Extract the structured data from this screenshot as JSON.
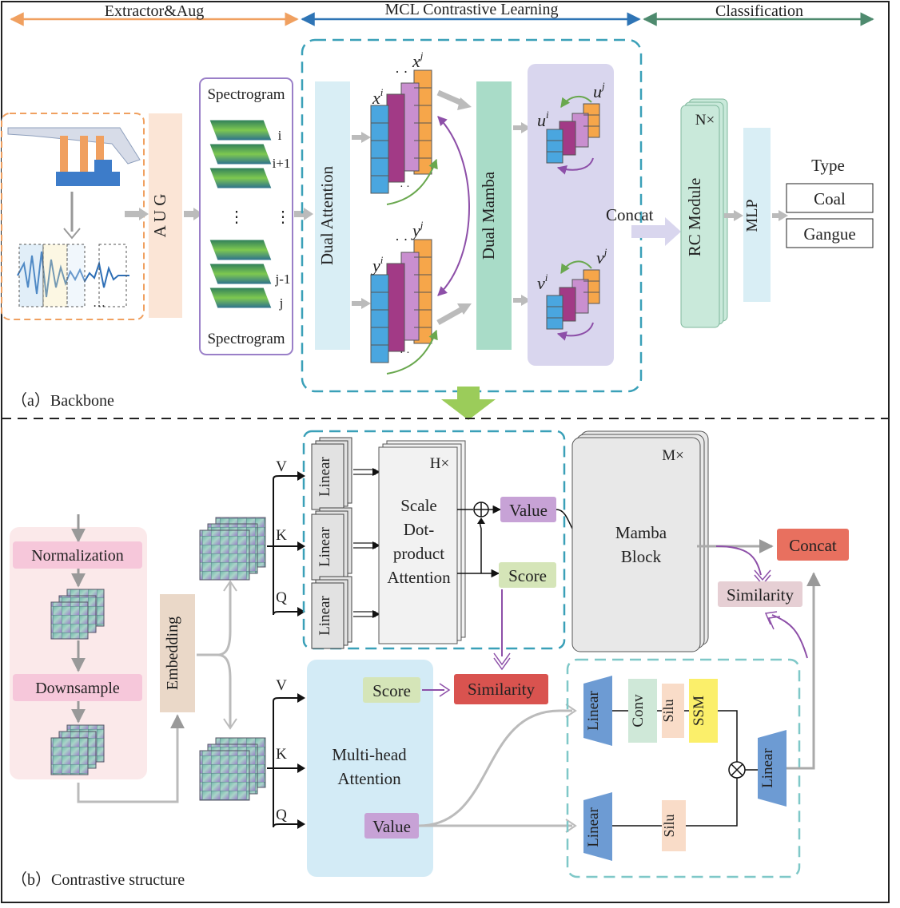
{
  "sections": {
    "extractor": "Extractor&Aug",
    "mcl": "MCL Contrastive Learning",
    "classification": "Classification"
  },
  "backbone": {
    "caption": "（a）Backbone",
    "aug": "A U G",
    "spectrogram_top": "Spectrogram",
    "spectrogram_bottom": "Spectrogram",
    "idx_i": "i",
    "idx_i1": "i+1",
    "idx_dots": "⋮",
    "idx_j1": "j-1",
    "idx_j": "j",
    "dual_attention": "Dual  Attention",
    "dual_mamba": "Dual  Mamba",
    "concat": "Concat",
    "rc_module": "RC Module",
    "rc_repeat": "N×",
    "mlp": "MLP",
    "type_label": "Type",
    "coal": "Coal",
    "gangue": "Gangue",
    "x_i": "x",
    "x_j": "x",
    "y_i": "y",
    "y_j": "y",
    "u_i": "u",
    "u_j": "u",
    "v_i": "v",
    "v_j": "v",
    "sup_i": "i",
    "sup_j": "j"
  },
  "contrastive": {
    "caption": "（b）Contrastive structure",
    "normalization": "Normalization",
    "downsample": "Downsample",
    "embedding": "Embedding",
    "v": "V",
    "k": "K",
    "q": "Q",
    "linear": "Linear",
    "scale_line1": "Scale",
    "scale_line2": "Dot-",
    "scale_line3": "product",
    "scale_line4": "Attention",
    "h_repeat": "H×",
    "value": "Value",
    "score": "Score",
    "mamba_line1": "Mamba",
    "mamba_line2": "Block",
    "m_repeat": "M×",
    "concat": "Concat",
    "similarity": "Similarity",
    "mha_line1": "Multi-head",
    "mha_line2": "Attention",
    "conv": "Conv",
    "silu": "Silu",
    "ssm": "SSM"
  },
  "colors": {
    "orange": "#f0a060",
    "blue": "#2e74b5",
    "green": "#4e8a6e",
    "teal_dash": "#3aa0b8",
    "purple": "#8d4fa8",
    "concat_red": "#e8705f",
    "similarity_red": "#d9534f"
  }
}
